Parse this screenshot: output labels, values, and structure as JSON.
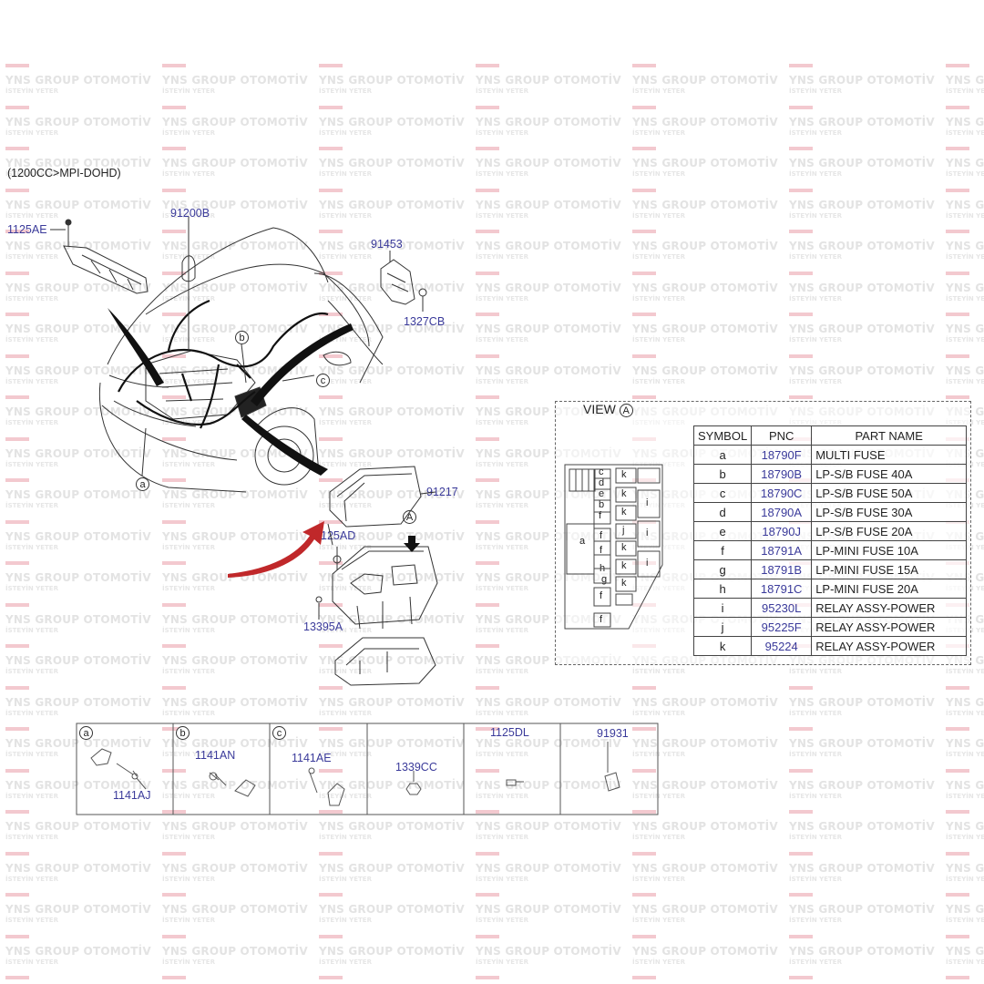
{
  "watermark": {
    "brand": "YNS GROUP OTOMOTİV",
    "tagline": "İSTEYİN YETER"
  },
  "header": {
    "engine_spec": "(1200CC>MPI-DOHD)"
  },
  "callouts": {
    "p1125AE": "1125AE",
    "p91200B": "91200B",
    "p91453": "91453",
    "p1327CB": "1327CB",
    "p91217": "91217",
    "p125AD": "125AD",
    "p13395A": "13395A",
    "mark_a": "a",
    "mark_b": "b",
    "mark_c": "c",
    "view_A": "A"
  },
  "view": {
    "title": "VIEW",
    "mark": "A",
    "fuse_box_letters": {
      "c": "c",
      "d": "d",
      "e": "e",
      "b": "b",
      "f": "f",
      "a": "a",
      "g": "g",
      "h": "h",
      "i": "i",
      "j": "j",
      "k": "k"
    }
  },
  "parts_table": {
    "headers": [
      "SYMBOL",
      "PNC",
      "PART NAME"
    ],
    "rows": [
      {
        "symbol": "a",
        "pnc": "18790F",
        "name": "MULTI FUSE"
      },
      {
        "symbol": "b",
        "pnc": "18790B",
        "name": "LP-S/B FUSE 40A"
      },
      {
        "symbol": "c",
        "pnc": "18790C",
        "name": "LP-S/B FUSE 50A"
      },
      {
        "symbol": "d",
        "pnc": "18790A",
        "name": "LP-S/B FUSE 30A"
      },
      {
        "symbol": "e",
        "pnc": "18790J",
        "name": "LP-S/B FUSE 20A"
      },
      {
        "symbol": "f",
        "pnc": "18791A",
        "name": "LP-MINI FUSE 10A"
      },
      {
        "symbol": "g",
        "pnc": "18791B",
        "name": "LP-MINI FUSE 15A"
      },
      {
        "symbol": "h",
        "pnc": "18791C",
        "name": "LP-MINI FUSE 20A"
      },
      {
        "symbol": "i",
        "pnc": "95230L",
        "name": "RELAY ASSY-POWER"
      },
      {
        "symbol": "j",
        "pnc": "95225F",
        "name": "RELAY ASSY-POWER"
      },
      {
        "symbol": "k",
        "pnc": "95224",
        "name": "RELAY ASSY-POWER"
      }
    ]
  },
  "bottom_table": {
    "cells": [
      {
        "mark": "a",
        "header": "",
        "part": "1141AJ"
      },
      {
        "mark": "b",
        "header": "",
        "part": "1141AN"
      },
      {
        "mark": "c",
        "header": "",
        "part": "1141AE"
      },
      {
        "mark": "",
        "header": "",
        "part": "1339CC"
      },
      {
        "mark": "",
        "header": "1125DL",
        "part": ""
      },
      {
        "mark": "",
        "header": "91931",
        "part": ""
      }
    ]
  },
  "colors": {
    "callout_blue": "#3a3a9a",
    "arrow_red": "#c0282a",
    "watermark_bar": "#f3c9cf"
  }
}
